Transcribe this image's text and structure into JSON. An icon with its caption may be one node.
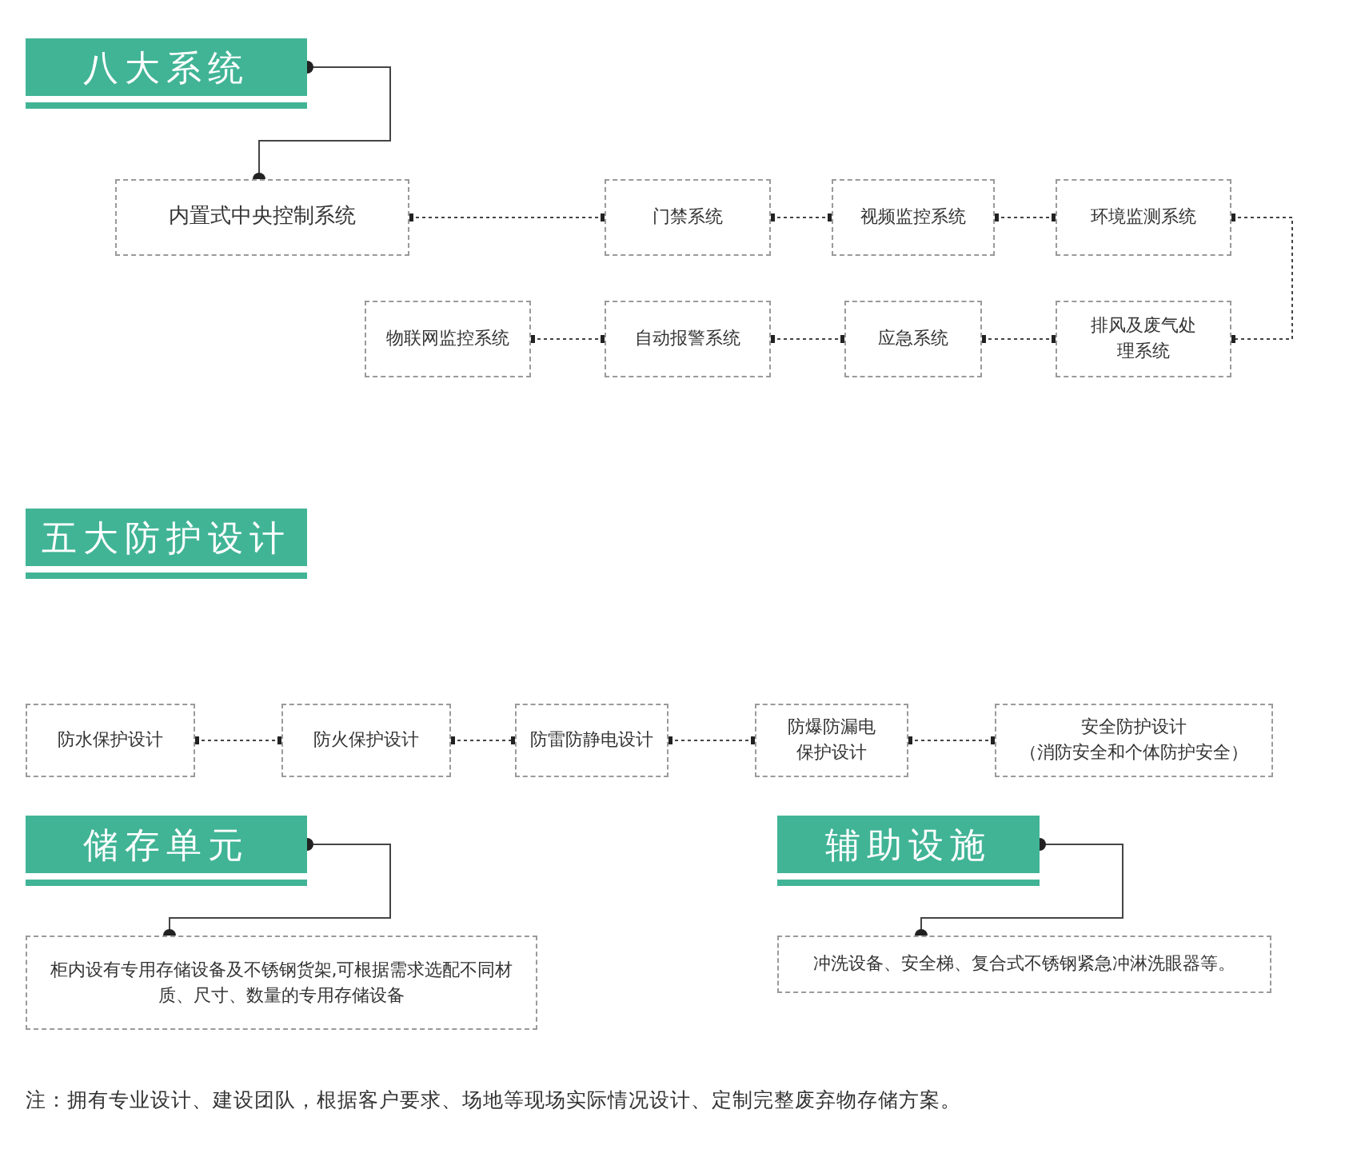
{
  "diagram": {
    "nodes": [
      {
        "text": [
          "八大系统"
        ]
      },
      {
        "text": [
          "内置式中央控制系统"
        ]
      },
      {
        "text": [
          "门禁系统"
        ]
      },
      {
        "text": [
          "视频监控系统"
        ]
      },
      {
        "text": [
          "环境监测系统"
        ]
      },
      {
        "text": [
          "物联网监控系统"
        ]
      },
      {
        "text": [
          "自动报警系统"
        ]
      },
      {
        "text": [
          "应急系统"
        ]
      },
      {
        "text": [
          "排风及废气处理系统"
        ]
      },
      {
        "text": [
          "五大防护设计"
        ]
      },
      {
        "text": [
          "防水保护设计"
        ]
      },
      {
        "text": [
          "防火保护设计"
        ]
      },
      {
        "text": [
          "防雷防静电设计"
        ]
      },
      {
        "text": [
          "防爆防漏电保护设计"
        ]
      },
      {
        "text": [
          "安全防护设计",
          "（消防安全和个体防护安全）"
        ]
      },
      {
        "text": [
          "储存单元"
        ]
      },
      {
        "text": [
          "柜内设有专用存储设备及不锈钢货架,可根据需求选配不同材质、尺寸、数量的专用存储设备"
        ]
      },
      {
        "text": [
          "辅助设施"
        ]
      },
      {
        "text": [
          "冲洗设备、安全梯、复合式不锈钢紧急冲淋洗眼器等。"
        ]
      }
    ],
    "edges": [
      {
        "from": 0,
        "to": 1,
        "arrow": "other"
      },
      {
        "from": 1,
        "to": 2,
        "arrow": "other",
        "style": "dashed"
      },
      {
        "from": 2,
        "to": 3,
        "arrow": "other",
        "style": "dashed"
      },
      {
        "from": 3,
        "to": 4,
        "arrow": "other",
        "style": "dashed"
      },
      {
        "from": 4,
        "to": 8,
        "arrow": "other",
        "style": "dashed"
      },
      {
        "from": 8,
        "to": 7,
        "arrow": "other",
        "style": "dashed"
      },
      {
        "from": 7,
        "to": 6,
        "arrow": "other",
        "style": "dashed"
      },
      {
        "from": 6,
        "to": 5,
        "arrow": "other",
        "style": "dashed"
      },
      {
        "from": 10,
        "to": 11,
        "arrow": "other",
        "style": "dashed"
      },
      {
        "from": 11,
        "to": 12,
        "arrow": "other",
        "style": "dashed"
      },
      {
        "from": 12,
        "to": 13,
        "arrow": "other",
        "style": "dashed"
      },
      {
        "from": 13,
        "to": 14,
        "arrow": "other",
        "style": "dashed"
      },
      {
        "from": 15,
        "to": 16,
        "arrow": "other"
      },
      {
        "from": 17,
        "to": 18,
        "arrow": "other"
      }
    ],
    "labels": [
      "注：拥有专业设计、建设团队，根据客户要求、场地等现场实际情况设计、定制完整废弃物存储方案。"
    ]
  }
}
